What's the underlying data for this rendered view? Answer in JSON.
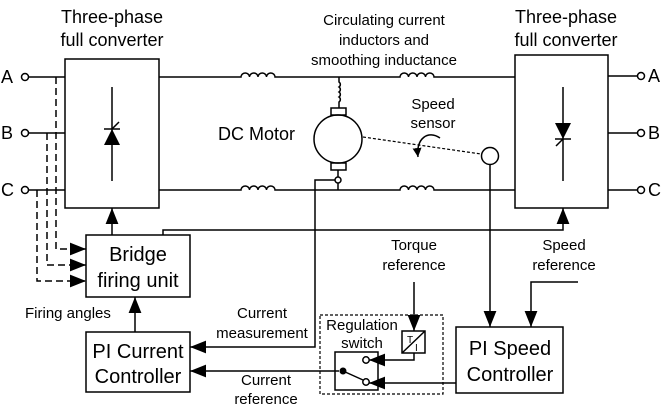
{
  "left_converter": {
    "title_line1": "Three-phase",
    "title_line2": "full converter"
  },
  "right_converter": {
    "title_line1": "Three-phase",
    "title_line2": "full converter"
  },
  "inductors_label": {
    "line1": "Circulating current",
    "line2": "inductors and",
    "line3": "smoothing inductance"
  },
  "motor_label": "DC Motor",
  "speed_sensor_label": {
    "line1": "Speed",
    "line2": "sensor"
  },
  "phases_left": [
    "A",
    "B",
    "C"
  ],
  "phases_right": [
    "A",
    "B",
    "C"
  ],
  "bridge_firing_unit": {
    "line1": "Bridge",
    "line2": "firing unit"
  },
  "firing_angles_label": "Firing angles",
  "current_measurement_label": {
    "line1": "Current",
    "line2": "measurement"
  },
  "pi_current_controller": {
    "line1": "PI Current",
    "line2": "Controller"
  },
  "current_reference_label": {
    "line1": "Current",
    "line2": "reference"
  },
  "regulation_switch_label": {
    "line1": "Regulation",
    "line2": "switch"
  },
  "torque_reference_label": {
    "line1": "Torque",
    "line2": "reference"
  },
  "ti_converter": {
    "top": "T",
    "bottom": "I"
  },
  "speed_reference_label": {
    "line1": "Speed",
    "line2": "reference"
  },
  "pi_speed_controller": {
    "line1": "PI Speed",
    "line2": "Controller"
  }
}
